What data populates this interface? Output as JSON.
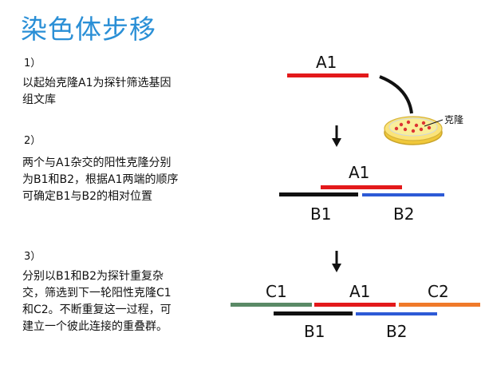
{
  "title": "染色体步移",
  "steps": [
    {
      "num": "1）",
      "text": "以起始克隆A1为探针筛选基因组文库"
    },
    {
      "num": "2）",
      "text": "两个与A1杂交的阳性克隆分别为B1和B2，根据A1两端的顺序可确定B1与B2的相对位置"
    },
    {
      "num": "3）",
      "text": "分别以B1和B2为探针重复杂交，筛选到下一轮阳性克隆C1和C2。不断重复这一过程，可建立一个彼此连接的重叠群。"
    }
  ],
  "diagram": {
    "a1": "A1",
    "b1": "B1",
    "b2": "B2",
    "c1": "C1",
    "c2": "C2",
    "dish_label": "克隆",
    "colors": {
      "a1": "#e3191b",
      "b1": "#111111",
      "b2": "#2d5ad6",
      "c1": "#5a8a66",
      "c2": "#f07a2a",
      "title": "#2a8fd6"
    }
  }
}
